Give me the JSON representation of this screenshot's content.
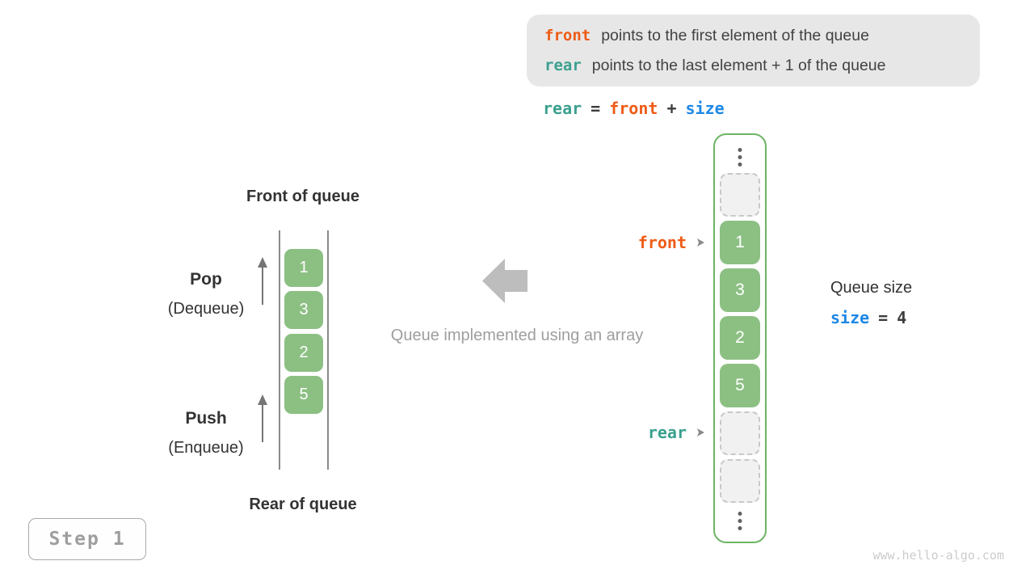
{
  "colors": {
    "keyword_orange": "#ee5b16",
    "keyword_teal": "#3aa08e",
    "keyword_blue": "#1e88e5",
    "cell_green": "#8cc083",
    "array_border_green": "#6cb563",
    "info_box_bg": "#e7e7e7",
    "muted_gray": "#9e9e9e",
    "block_arrow_gray": "#bdbdbd"
  },
  "info_box": {
    "line1": {
      "keyword": "front",
      "text": "points to the first element of the queue"
    },
    "line2": {
      "keyword": "rear",
      "text": "points to the last element + 1 of the queue"
    }
  },
  "formula": {
    "lhs": "rear",
    "eq": "=",
    "op1": "front",
    "plus": "+",
    "op2": "size"
  },
  "left_queue": {
    "front_label": "Front of queue",
    "rear_label": "Rear of queue",
    "pop_label": "Pop",
    "pop_sublabel": "(Dequeue)",
    "push_label": "Push",
    "push_sublabel": "(Enqueue)",
    "values": [
      "1",
      "3",
      "2",
      "5"
    ]
  },
  "center": {
    "caption": "Queue implemented using an array"
  },
  "right_array": {
    "front_pointer": "front",
    "rear_pointer": "rear",
    "cells": [
      {
        "type": "empty"
      },
      {
        "type": "value",
        "value": "1"
      },
      {
        "type": "value",
        "value": "3"
      },
      {
        "type": "value",
        "value": "2"
      },
      {
        "type": "value",
        "value": "5"
      },
      {
        "type": "empty"
      },
      {
        "type": "empty"
      }
    ]
  },
  "queue_size": {
    "title": "Queue size",
    "keyword": "size",
    "eq": "=",
    "value": "4"
  },
  "step": {
    "label": "Step 1"
  },
  "watermark": "www.hello-algo.com"
}
